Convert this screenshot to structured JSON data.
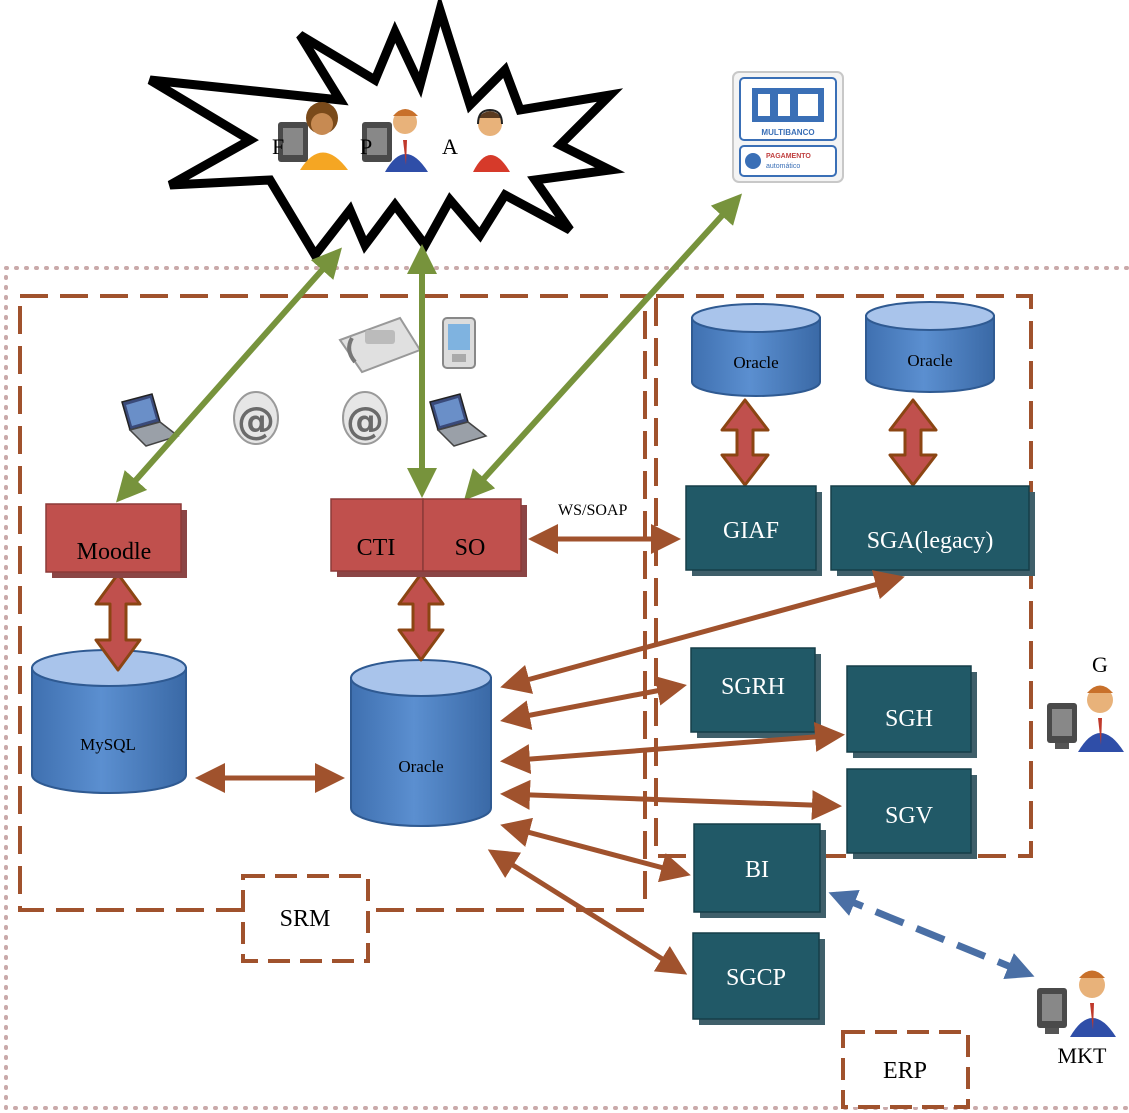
{
  "users": {
    "f": "F",
    "p": "P",
    "a": "A",
    "g": "G",
    "mkt": "MKT"
  },
  "srm": {
    "label": "SRM",
    "moodle": "Moodle",
    "cti": "CTI",
    "so": "SO",
    "mysql": "MySQL",
    "oracle": "Oracle",
    "at_symbol": "@"
  },
  "erp": {
    "label": "ERP",
    "oracle_left": "Oracle",
    "oracle_right": "Oracle",
    "giaf": "GIAF",
    "sga": "SGA(legacy)",
    "sgrh": "SGRH",
    "sgh": "SGH",
    "sgv": "SGV",
    "bi": "BI",
    "sgcp": "SGCP"
  },
  "ws_soap": "WS/SOAP",
  "payment": {
    "multibanco": "MULTIBANCO",
    "pagamento": "PAGAMENTO",
    "automatico": "automático"
  },
  "colors": {
    "module_red": "#c0504d",
    "module_teal": "#215967",
    "db_blue": "#4f81bd",
    "db_top": "#a9c4eb",
    "arrow_brown": "#a0522d",
    "arrow_green": "#77933c",
    "arrow_blue": "#4a6fa5",
    "boundary": "#a0522d",
    "outer_dots": "#c0a0a0"
  }
}
